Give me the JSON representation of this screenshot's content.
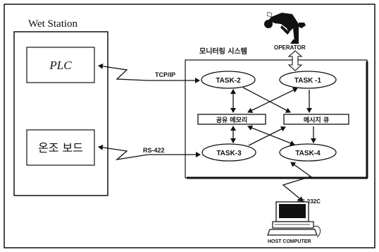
{
  "wet_station": {
    "title": "Wet Station",
    "plc_label": "PLC",
    "temp_board_label": "온조 보드"
  },
  "monitoring_system": {
    "title": "모니터링 시스템",
    "tasks": {
      "task1": "TASK -1",
      "task2": "TASK-2",
      "task3": "TASK-3",
      "task4": "TASK-4"
    },
    "shared_memory": "공유 메모리",
    "message_queue": "메시지 큐"
  },
  "links": {
    "tcpip": "TCP/IP",
    "rs422": "RS-422",
    "rs232c": "RS-232C"
  },
  "operator_label": "OPERATOR",
  "host_label": "HOST COMPUTER"
}
